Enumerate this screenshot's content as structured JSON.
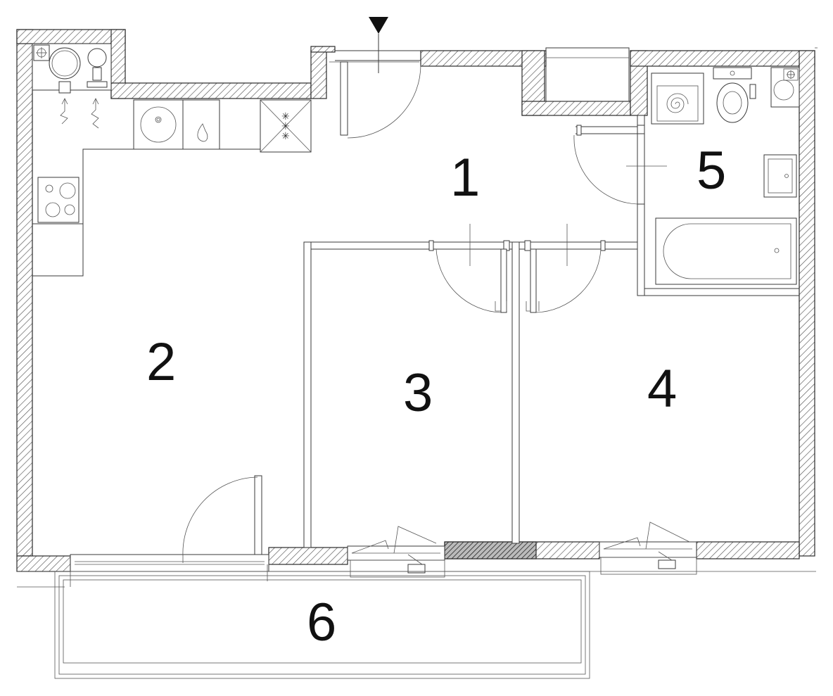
{
  "floor_plan": {
    "entrance_marker": "entrance-arrow-icon",
    "rooms": [
      {
        "id": "room-1",
        "label": "1"
      },
      {
        "id": "room-2",
        "label": "2"
      },
      {
        "id": "room-3",
        "label": "3"
      },
      {
        "id": "room-4",
        "label": "4"
      },
      {
        "id": "room-5",
        "label": "5"
      },
      {
        "id": "room-6",
        "label": "6"
      }
    ],
    "colors": {
      "wall_stroke": "#2a2a2a",
      "hatch": "#555555",
      "background": "#ffffff",
      "label": "#111111"
    }
  }
}
